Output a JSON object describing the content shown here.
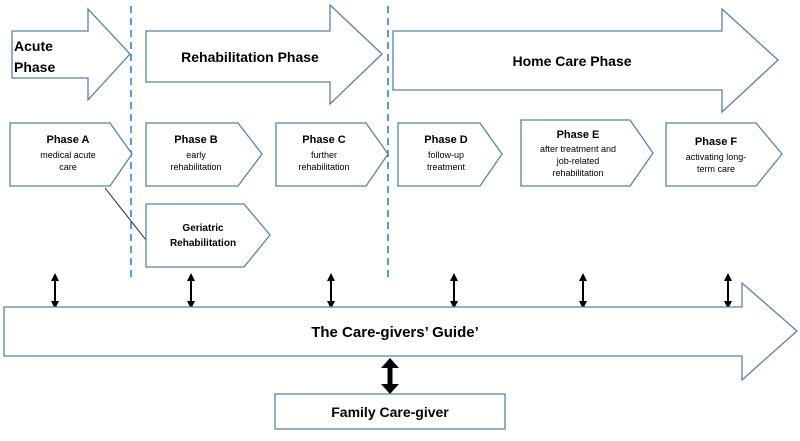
{
  "phases": {
    "acute": {
      "line1": "Acute",
      "line2": "Phase"
    },
    "rehabilitation": {
      "label": "Rehabilitation Phase"
    },
    "home_care": {
      "label": "Home Care Phase"
    }
  },
  "steps": {
    "a": {
      "title": "Phase A",
      "desc1": "medical acute",
      "desc2": "care"
    },
    "b": {
      "title": "Phase B",
      "desc1": "early",
      "desc2": "rehabilitation"
    },
    "c": {
      "title": "Phase C",
      "desc1": "further",
      "desc2": "rehabilitation"
    },
    "d": {
      "title": "Phase D",
      "desc1": "follow-up",
      "desc2": "treatment"
    },
    "e": {
      "title": "Phase E",
      "desc1": "after treatment and",
      "desc2": "job-related",
      "desc3": "rehabilitation"
    },
    "f": {
      "title": "Phase F",
      "desc1": "activating long-",
      "desc2": "term care"
    },
    "geriatric": {
      "line1": "Geriatric",
      "line2": "Rehabilitation"
    }
  },
  "guide": {
    "label": "The Care-givers’ Guide’"
  },
  "family": {
    "label": "Family Care-giver"
  }
}
